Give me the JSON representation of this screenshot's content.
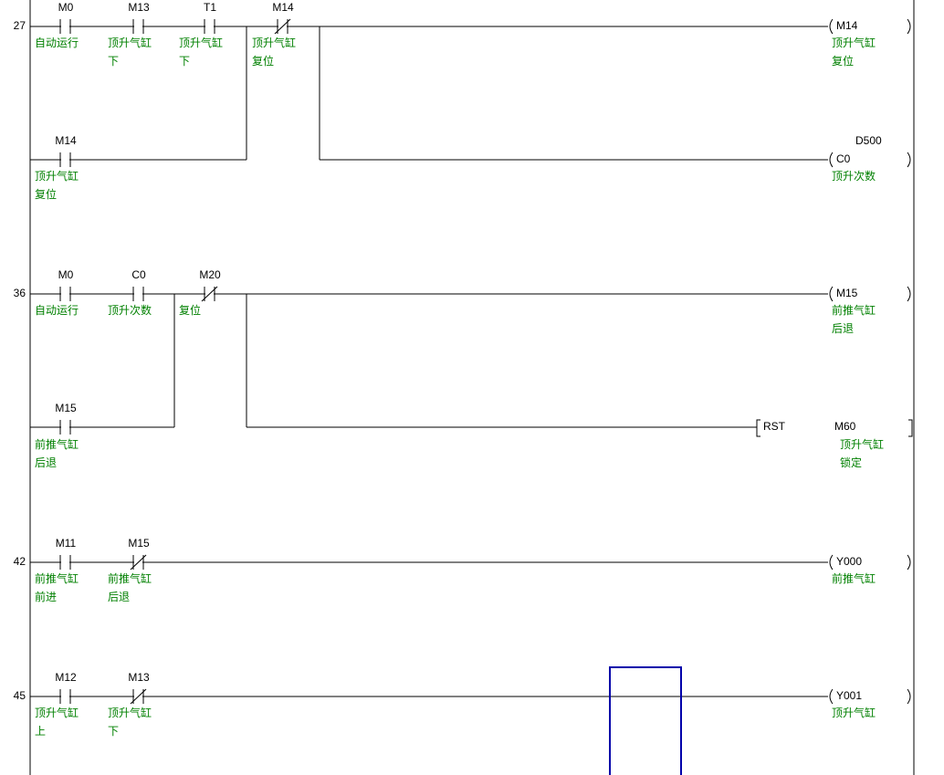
{
  "rungs": [
    {
      "step": "27",
      "rows": [
        {
          "contacts": [
            {
              "type": "NO",
              "device": "M0",
              "comment": [
                "自动运行"
              ]
            },
            {
              "type": "NO",
              "device": "M13",
              "comment": [
                "顶升气缸",
                "下"
              ]
            },
            {
              "type": "NO",
              "device": "T1",
              "comment": [
                "顶升气缸",
                "下"
              ]
            },
            {
              "type": "NC",
              "device": "M14",
              "comment": [
                "顶升气缸",
                "复位"
              ]
            }
          ],
          "output": {
            "kind": "coil",
            "device": "M14",
            "comment": [
              "顶升气缸",
              "复位"
            ]
          }
        },
        {
          "contacts": [
            {
              "type": "NO",
              "device": "M14",
              "comment": [
                "顶升气缸",
                "复位"
              ]
            }
          ],
          "output": {
            "kind": "coil",
            "device": "C0",
            "setting": "D500",
            "comment": [
              "顶升次数"
            ]
          }
        }
      ]
    },
    {
      "step": "36",
      "rows": [
        {
          "contacts": [
            {
              "type": "NO",
              "device": "M0",
              "comment": [
                "自动运行"
              ]
            },
            {
              "type": "NO",
              "device": "C0",
              "comment": [
                "顶升次数"
              ]
            },
            {
              "type": "NC",
              "device": "M20",
              "comment": [
                "复位"
              ]
            }
          ],
          "output": {
            "kind": "coil",
            "device": "M15",
            "comment": [
              "前推气缸",
              "后退"
            ]
          }
        },
        {
          "contacts": [
            {
              "type": "NO",
              "device": "M15",
              "comment": [
                "前推气缸",
                "后退"
              ]
            }
          ],
          "output": {
            "kind": "instruction",
            "instruction": "RST",
            "device": "M60",
            "comment": [
              "顶升气缸",
              "锁定"
            ]
          }
        }
      ]
    },
    {
      "step": "42",
      "rows": [
        {
          "contacts": [
            {
              "type": "NO",
              "device": "M11",
              "comment": [
                "前推气缸",
                "前进"
              ]
            },
            {
              "type": "NC",
              "device": "M15",
              "comment": [
                "前推气缸",
                "后退"
              ]
            }
          ],
          "output": {
            "kind": "coil",
            "device": "Y000",
            "comment": [
              "前推气缸"
            ]
          }
        }
      ]
    },
    {
      "step": "45",
      "rows": [
        {
          "contacts": [
            {
              "type": "NO",
              "device": "M12",
              "comment": [
                "顶升气缸",
                "上"
              ]
            },
            {
              "type": "NC",
              "device": "M13",
              "comment": [
                "顶升气缸",
                "下"
              ]
            }
          ],
          "output": {
            "kind": "coil",
            "device": "Y001",
            "comment": [
              "顶升气缸"
            ]
          }
        }
      ]
    }
  ],
  "cursor": {
    "color": "#0000aa"
  },
  "colors": {
    "comment": "#008000",
    "line": "#000000",
    "text": "#000000"
  }
}
